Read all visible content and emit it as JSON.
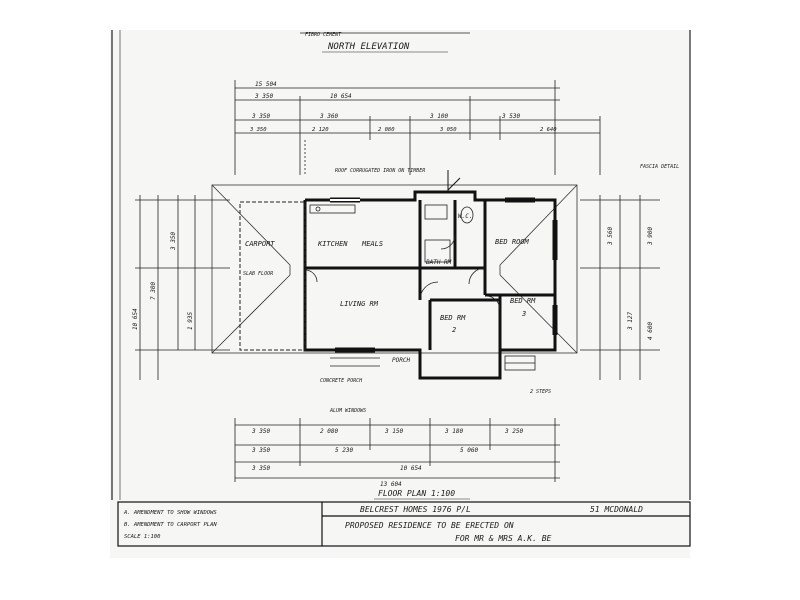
{
  "elevation": {
    "title": "NORTH ELEVATION",
    "note": "FIBRO CEMENT"
  },
  "dimensions": {
    "top": {
      "overall": "15 504",
      "segments_row1": [
        "3 350",
        "10 654"
      ],
      "segments_row2": [
        "3 350",
        "3 360",
        "3 100",
        "3 530"
      ],
      "segments_row3": [
        "3 350",
        "2 120",
        "2 080",
        "3 050",
        "2 640"
      ]
    },
    "bottom": {
      "overall": "13 604",
      "row1": [
        "3 350",
        "2 080",
        "3 150",
        "3 180",
        "3 250"
      ],
      "row2": [
        "3 350",
        "5 230",
        "5 060"
      ],
      "row3": [
        "3 350",
        "10 654"
      ]
    },
    "left": [
      "10 654",
      "7 300",
      "3 350",
      "1 935"
    ],
    "right": [
      "3 560",
      "3 127",
      "3 900",
      "4 600"
    ]
  },
  "rooms": {
    "carport": "CARPORT",
    "kitchen": "KITCHEN",
    "kitchen_sub": "MEALS",
    "lounge": "LIVING RM",
    "bathroom": "BATH RM",
    "wc": "W.C.",
    "bed1": "BED ROOM",
    "bed2": "BED RM",
    "bed2_num": "2",
    "bed3": "BED RM",
    "bed3_num": "3",
    "porch": "PORCH"
  },
  "notes": {
    "roof_note": "ROOF CORRUGATED IRON ON TIMBER",
    "carport_note": "SLAB FLOOR",
    "porch_note": "CONCRETE PORCH",
    "window_note": "ALUM WINDOWS",
    "right_note": "FASCIA DETAIL",
    "step_note": "2 STEPS"
  },
  "plan_title": "FLOOR PLAN   1:100",
  "title_block": {
    "company": "BELCREST HOMES 1976 P/L",
    "address": "51 MCDONALD",
    "description": "PROPOSED RESIDENCE TO BE ERECTED ON",
    "owner": "FOR MR & MRS A.K. BE",
    "revisions": [
      "A. AMENDMENT TO SHOW WINDOWS",
      "B. AMENDMENT TO CARPORT PLAN",
      "SCALE 1:100"
    ]
  }
}
